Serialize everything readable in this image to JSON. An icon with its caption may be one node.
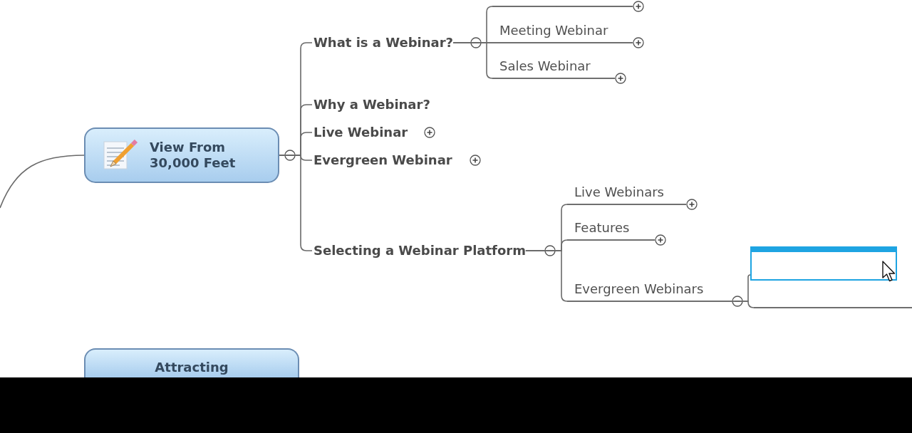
{
  "diagram": {
    "nodes": [
      {
        "text": [
          "View From 30,000 Feet"
        ]
      },
      {
        "text": [
          "What is a Webinar?"
        ]
      },
      {
        "text": [],
        "shape": "line"
      },
      {
        "text": [
          "Meeting Webinar"
        ]
      },
      {
        "text": [
          "Sales Webinar"
        ]
      },
      {
        "text": [
          "Why a Webinar?"
        ]
      },
      {
        "text": [
          "Live Webinar"
        ]
      },
      {
        "text": [
          "Evergreen Webinar"
        ]
      },
      {
        "text": [
          "Selecting a Webinar Platform"
        ]
      },
      {
        "text": [
          "Live Webinars"
        ]
      },
      {
        "text": [
          "Features"
        ]
      },
      {
        "text": [
          "Evergreen Webinars"
        ]
      },
      {
        "text": [],
        "shape": "box"
      },
      {
        "text": [],
        "shape": "line"
      },
      {
        "text": [
          "Attracting"
        ]
      }
    ],
    "edges": [
      {
        "from": null,
        "to": 0,
        "arrow": "none"
      },
      {
        "from": 0,
        "to": 1,
        "arrow": "none"
      },
      {
        "from": 0,
        "to": 5,
        "arrow": "none"
      },
      {
        "from": 0,
        "to": 6,
        "arrow": "none"
      },
      {
        "from": 0,
        "to": 7,
        "arrow": "none"
      },
      {
        "from": 0,
        "to": 8,
        "arrow": "none"
      },
      {
        "from": 1,
        "to": 2,
        "arrow": "none"
      },
      {
        "from": 1,
        "to": 3,
        "arrow": "none"
      },
      {
        "from": 1,
        "to": 4,
        "arrow": "none"
      },
      {
        "from": 8,
        "to": 9,
        "arrow": "none"
      },
      {
        "from": 8,
        "to": 10,
        "arrow": "none"
      },
      {
        "from": 8,
        "to": 11,
        "arrow": "none"
      },
      {
        "from": 11,
        "to": 12,
        "arrow": "none"
      },
      {
        "from": 11,
        "to": 13,
        "arrow": "none"
      }
    ]
  }
}
